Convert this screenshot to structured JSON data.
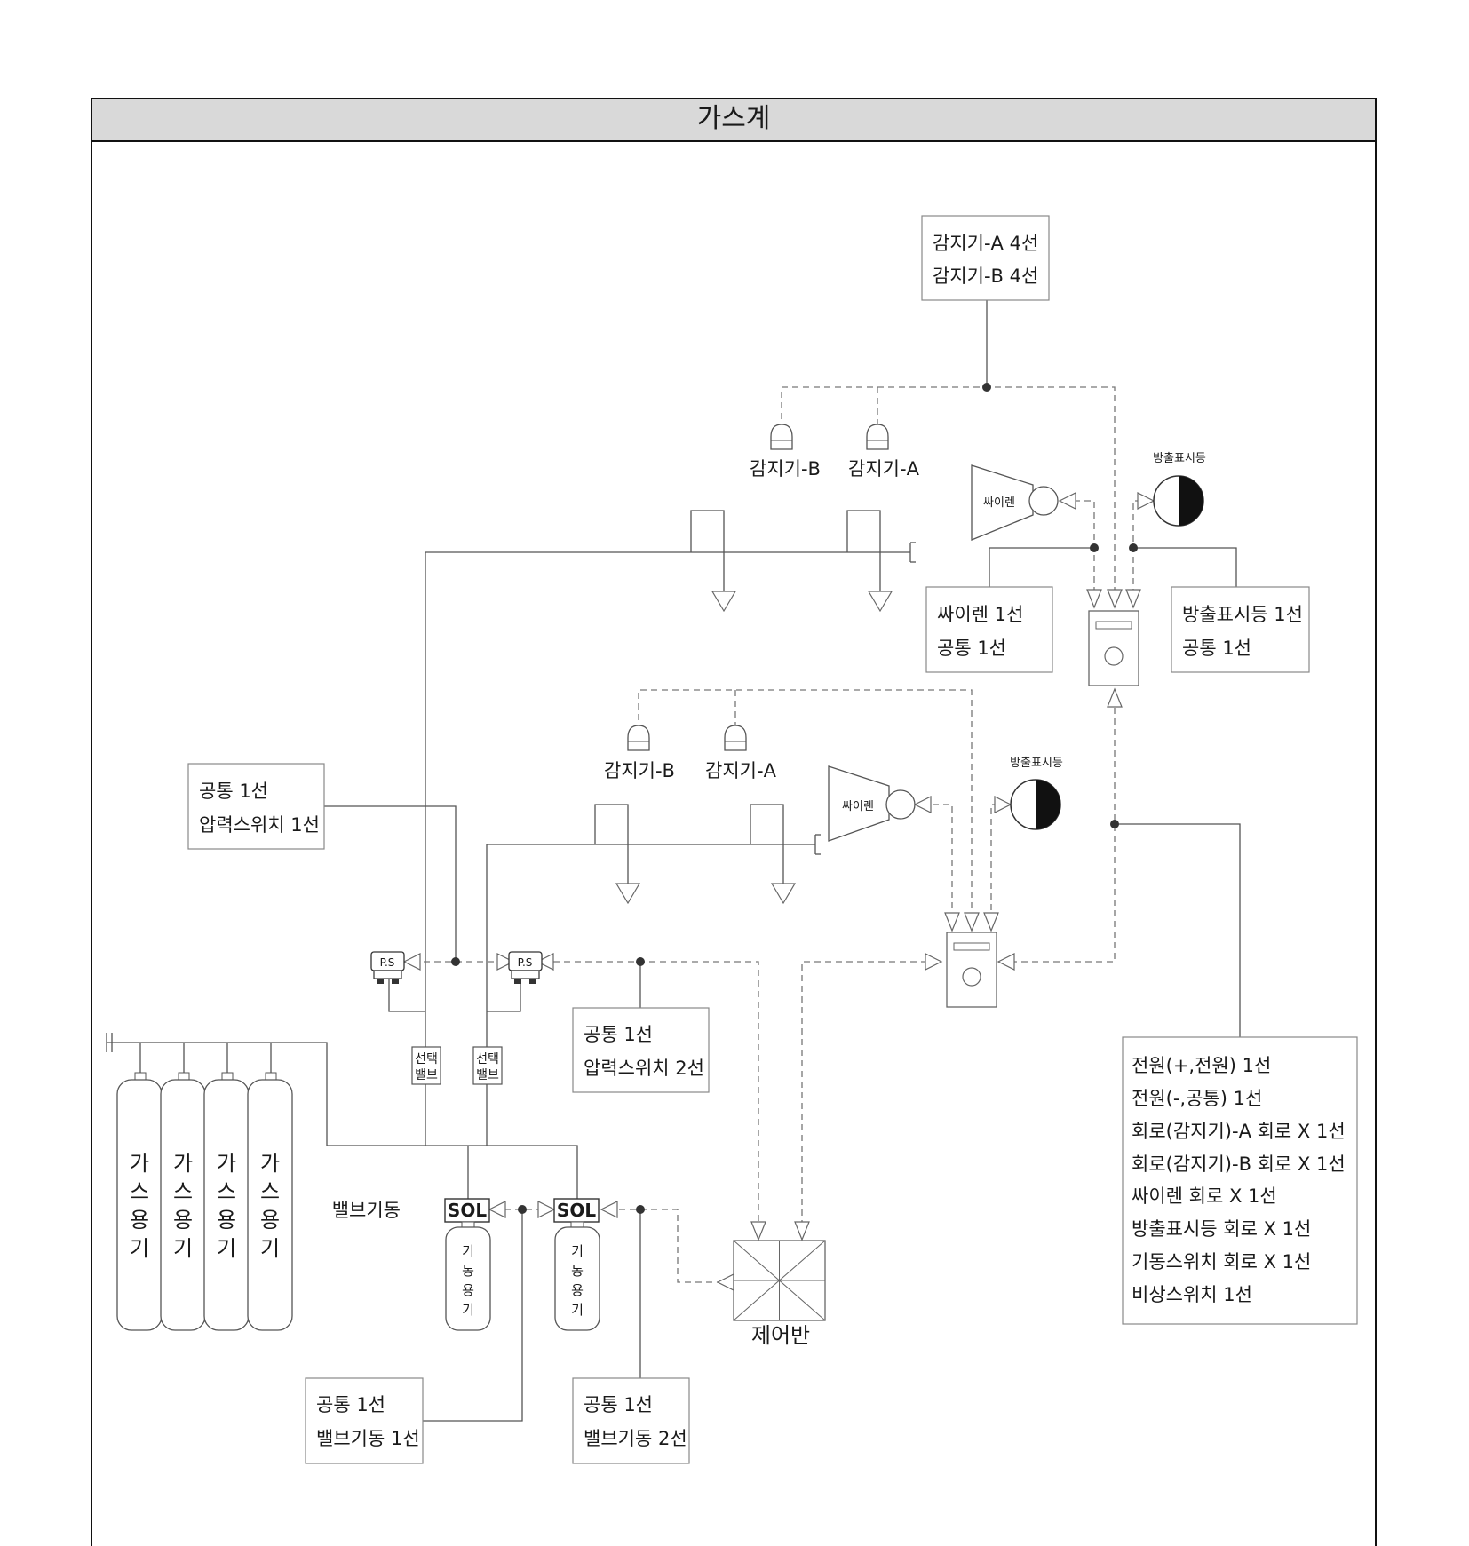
{
  "title": "가스계",
  "colors": {
    "header_bg": "#d9d9d9",
    "line": "#555555",
    "dashed": "#777777",
    "box_border": "#888888",
    "black": "#111111"
  },
  "boxes": {
    "top_detector": [
      "감지기-A 4선",
      "감지기-B 4선"
    ],
    "siren1": [
      "싸이렌 1선",
      "공통 1선"
    ],
    "lamp1": [
      "방출표시등 1선",
      "공통 1선"
    ],
    "ps_common": [
      "공통 1선",
      "압력스위치 1선"
    ],
    "ps2": [
      "공통 1선",
      "압력스위치 2선"
    ],
    "valve1": [
      "공통 1선",
      "밸브기동 1선"
    ],
    "valve2": [
      "공통 1선",
      "밸브기동 2선"
    ],
    "panel_wires": [
      "전원(+,전원) 1선",
      "전원(-,공통) 1선",
      "회로(감지기)-A 회로 X 1선",
      "회로(감지기)-B 회로 X 1선",
      "싸이렌 회로 X 1선",
      "방출표시등 회로 X 1선",
      "기동스위치 회로 X 1선",
      "비상스위치 1선"
    ]
  },
  "labels": {
    "det_b": "감지기-B",
    "det_a": "감지기-A",
    "siren": "싸이렌",
    "lamp": "방출표시등",
    "ps": "P.S",
    "sel_valve": [
      "선택",
      "밸브"
    ],
    "valve_start": "밸브기동",
    "sol": "SOL",
    "starter_cyl": [
      "기",
      "동",
      "용",
      "기"
    ],
    "gas_cyl": [
      "가",
      "스",
      "용",
      "기"
    ],
    "panel": "제어반"
  }
}
